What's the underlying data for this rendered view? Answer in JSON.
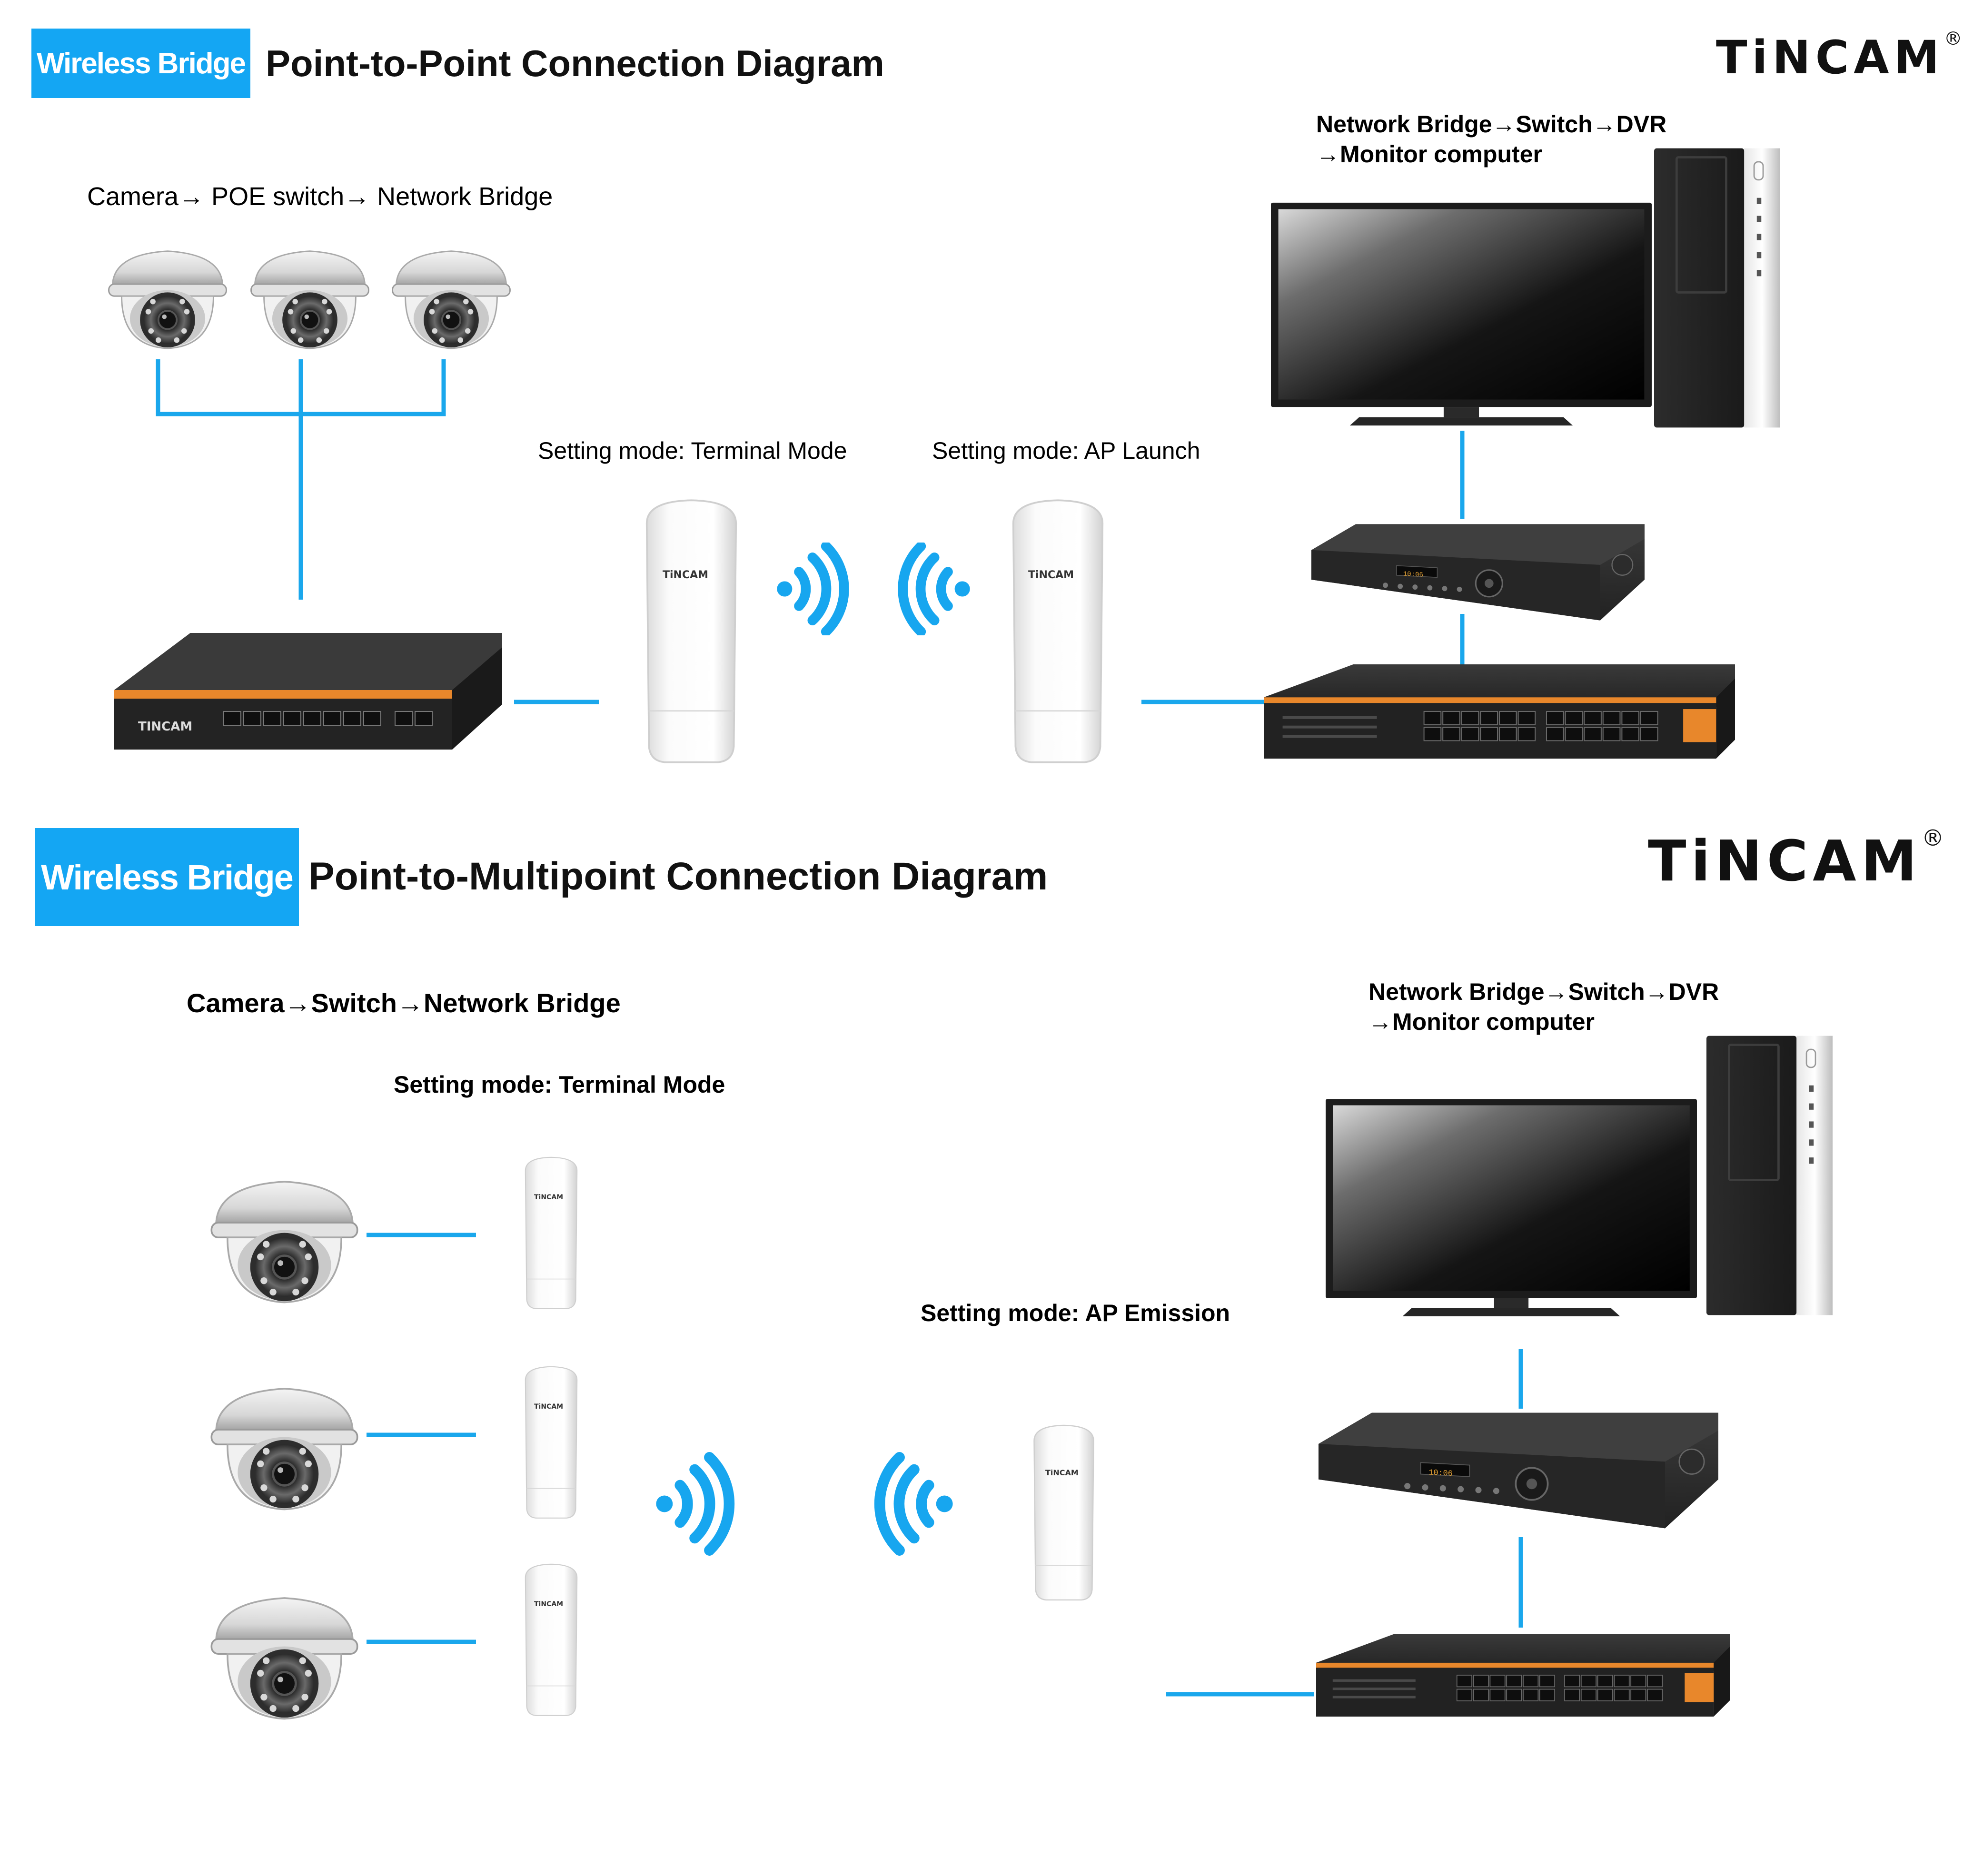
{
  "brand": {
    "logo": "TiNCAM",
    "registered": "®"
  },
  "sections": [
    {
      "tag": "Wireless Bridge",
      "title": "Point-to-Point Connection Diagram",
      "left_chain": "Camera→ POE switch→ Network Bridge",
      "right_chain_line1": "Network Bridge→Switch→DVR",
      "right_chain_line2": "→Monitor computer",
      "mode_left": "Setting mode: Terminal Mode",
      "mode_right": "Setting mode: AP Launch"
    },
    {
      "tag": "Wireless Bridge",
      "title": "Point-to-Multipoint Connection Diagram",
      "left_chain": "Camera→Switch→Network Bridge",
      "right_chain_line1": "Network Bridge→Switch→DVR",
      "right_chain_line2": "→Monitor computer",
      "mode_left": "Setting mode: Terminal Mode",
      "mode_right": "Setting mode: AP Emission"
    }
  ],
  "device_labels": {
    "bridge": "TINCAM",
    "poe_switch": "TINCAM"
  },
  "icons": [
    "dome-camera-icon",
    "poe-switch-icon",
    "wireless-bridge-icon",
    "wifi-signal-icon",
    "monitor-icon",
    "pc-tower-icon",
    "dvr-icon",
    "network-switch-icon"
  ],
  "colors": {
    "accent": "#14a6f3",
    "cable": "#1aa7ec",
    "switch_orange": "#e8872b",
    "device_dark": "#2b2b2b"
  }
}
